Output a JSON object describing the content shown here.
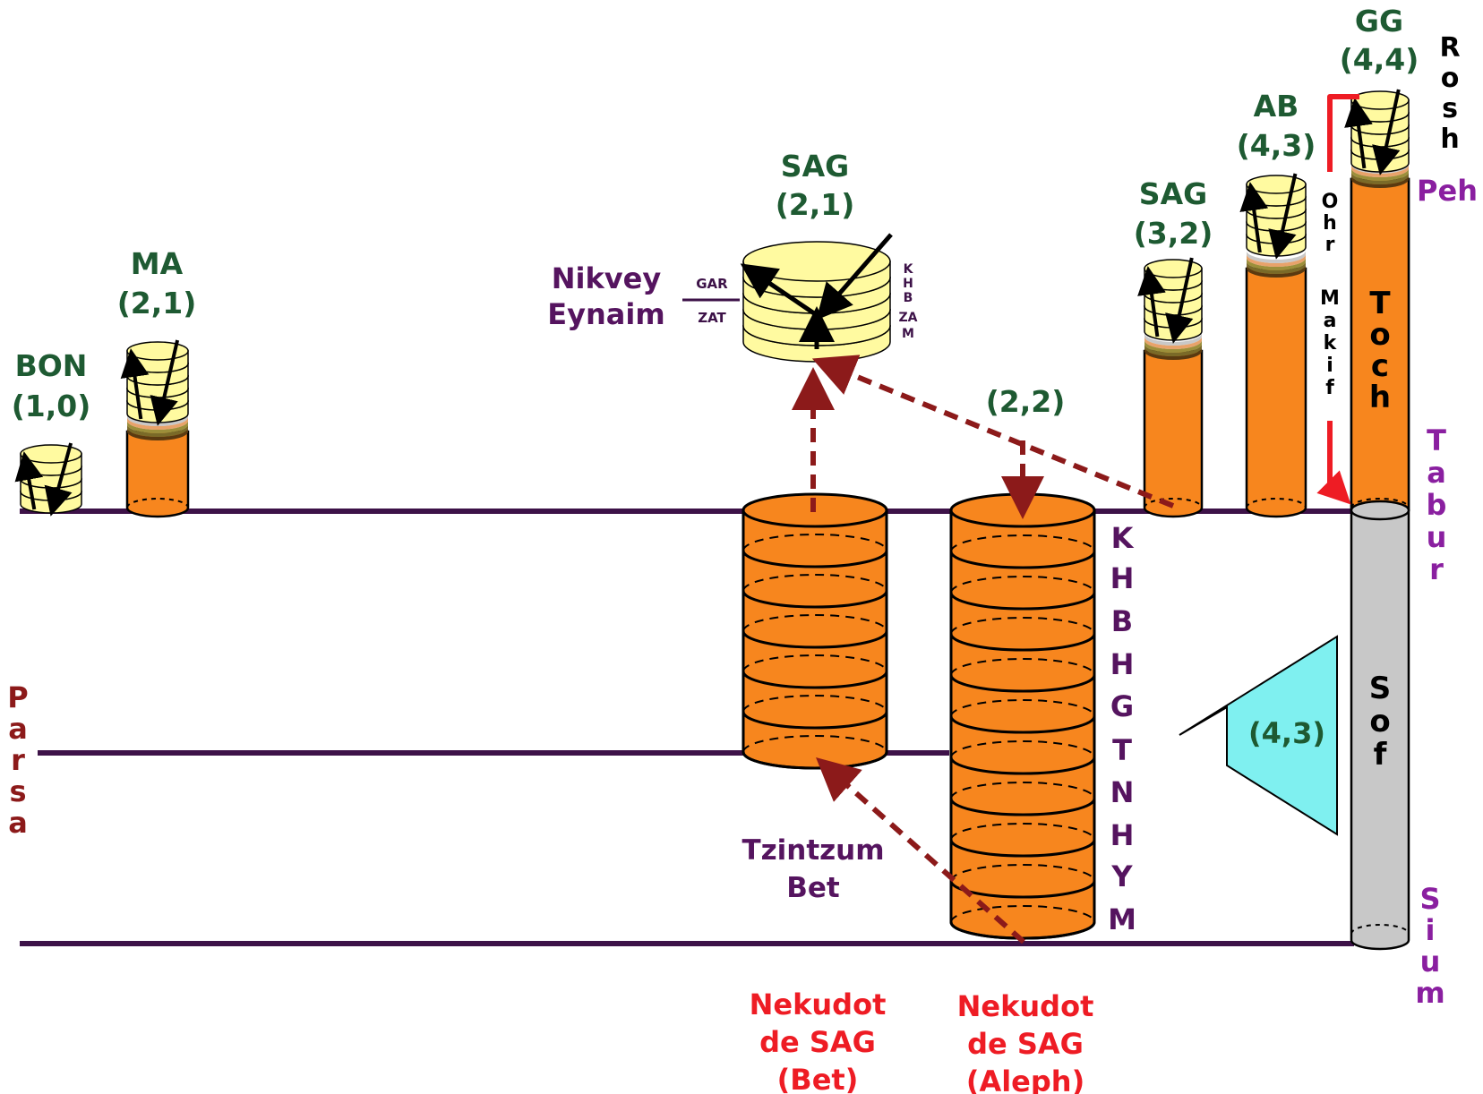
{
  "colors": {
    "line": "#3d1248",
    "orange": "#f7861e",
    "yellow": "#fffaa0",
    "gray": "#c8c8c8",
    "cyan": "#7ff0f0",
    "green": "#1e5a32",
    "purple": "#55145f",
    "violet": "#8a1fa0",
    "maroon": "#8c1a1a",
    "red": "#ee1c24",
    "black": "#000000"
  },
  "partzufim": [
    {
      "name": "BON",
      "value": "(1,0)"
    },
    {
      "name": "MA",
      "value": "(2,1)"
    },
    {
      "name": "SAG",
      "value": "(3,2)"
    },
    {
      "name": "AB",
      "value": "(4,3)"
    },
    {
      "name": "GG",
      "value": "(4,4)"
    }
  ],
  "sag_head": {
    "name": "SAG",
    "value": "(2,1)",
    "nikvey": "Nikvey",
    "eynaim": "Eynaim",
    "gar": "GAR",
    "zat": "ZAT",
    "sefirot": [
      "K",
      "H",
      "B",
      "ZA",
      "M"
    ]
  },
  "arrow_22": "(2,2)",
  "arrow_43": "(4,3)",
  "vertical_words": {
    "rosh": "Rosh",
    "tabur": "Tabur",
    "sium": "Sium",
    "parsa": "Parsa",
    "ohr": "Ohr",
    "makif": "Makif",
    "toch": "Toch",
    "sof": "Sof"
  },
  "peh": "Peh",
  "sefirot_column": [
    "K",
    "H",
    "B",
    "H",
    "G",
    "T",
    "N",
    "H",
    "Y",
    "M"
  ],
  "tzimtzum": [
    "Tzintzum",
    "Bet"
  ],
  "nekudot_bet": [
    "Nekudot",
    "de SAG",
    "(Bet)"
  ],
  "nekudot_aleph": [
    "Nekudot",
    "de SAG",
    "(Aleph)"
  ]
}
